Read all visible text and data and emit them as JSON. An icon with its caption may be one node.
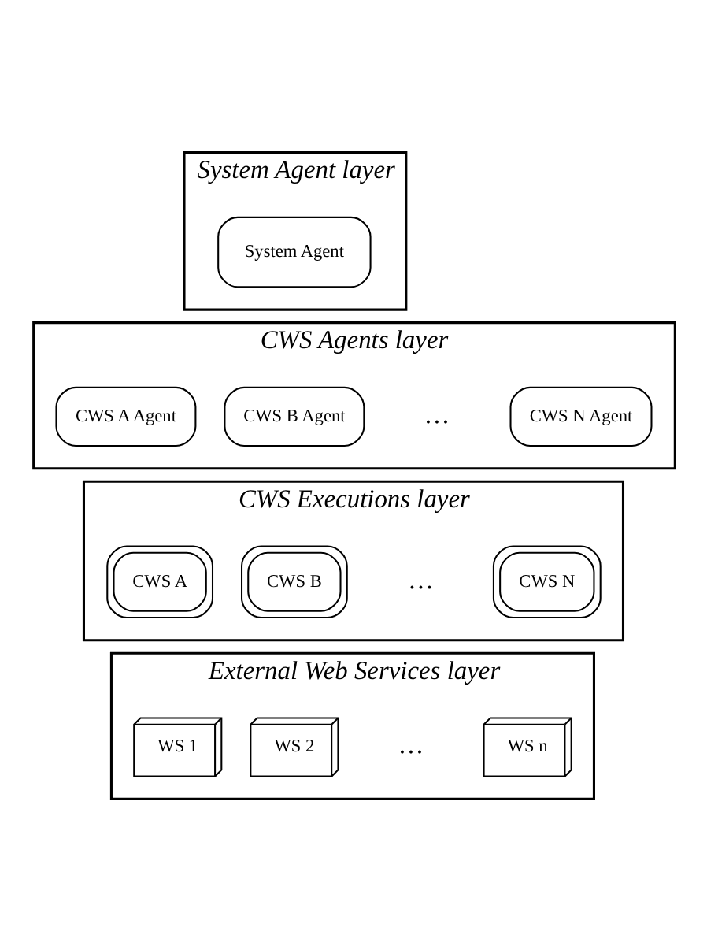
{
  "diagram": {
    "nodes": [
      {
        "text": [
          "System Agent layer"
        ]
      },
      {
        "text": [
          "System Agent"
        ],
        "in": 0
      },
      {
        "text": [
          "CWS Agents layer"
        ]
      },
      {
        "text": [
          "CWS A Agent"
        ],
        "in": 2
      },
      {
        "text": [
          "CWS B Agent"
        ],
        "in": 2
      },
      {
        "text": [
          "CWS N Agent"
        ],
        "in": 2
      },
      {
        "text": [
          "CWS Executions layer"
        ]
      },
      {
        "text": [
          "CWS A"
        ],
        "in": 6
      },
      {
        "text": [
          "CWS B"
        ],
        "in": 6
      },
      {
        "text": [
          "CWS N"
        ],
        "in": 6
      },
      {
        "text": [
          "External Web Services layer"
        ]
      },
      {
        "text": [
          "WS 1"
        ],
        "in": 10
      },
      {
        "text": [
          "WS 2"
        ],
        "in": 10
      },
      {
        "text": [
          "WS n"
        ],
        "in": 10
      }
    ],
    "edges": [],
    "labels": [
      "…",
      "…",
      "…"
    ]
  }
}
